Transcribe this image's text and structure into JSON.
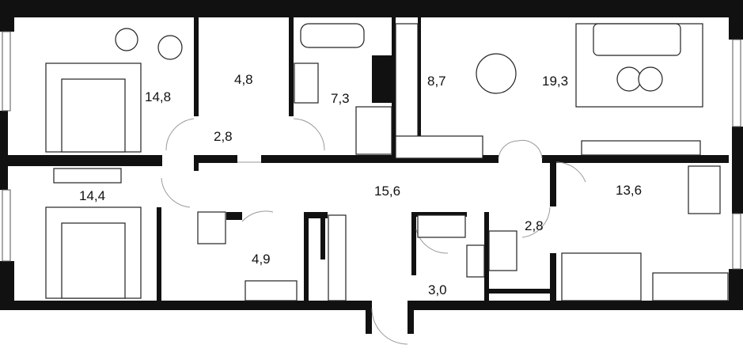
{
  "plan": {
    "rooms": [
      {
        "id": "bedroom-top-left",
        "area": "14,8"
      },
      {
        "id": "wardrobe",
        "area": "4,8"
      },
      {
        "id": "hall-small",
        "area": "2,8"
      },
      {
        "id": "bathroom-top",
        "area": "7,3"
      },
      {
        "id": "kitchen",
        "area": "8,7"
      },
      {
        "id": "living-room",
        "area": "19,3"
      },
      {
        "id": "bedroom-bottom-left",
        "area": "14,4"
      },
      {
        "id": "corridor",
        "area": "15,6"
      },
      {
        "id": "bedroom-right",
        "area": "13,6"
      },
      {
        "id": "bathroom-bottom",
        "area": "4,9"
      },
      {
        "id": "bathroom-small",
        "area": "2,8"
      },
      {
        "id": "storage",
        "area": "3,0"
      }
    ],
    "colors": {
      "wall": "#111111",
      "background": "#ffffff"
    }
  }
}
